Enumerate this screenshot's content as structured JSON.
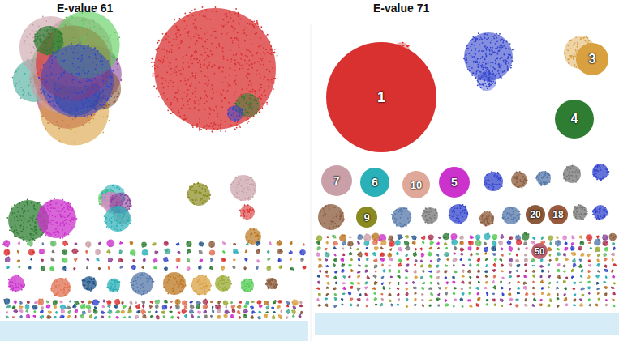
{
  "diagram": {
    "nodes": [
      {
        "text": [
          "1"
        ]
      },
      {
        "text": [
          "3"
        ]
      },
      {
        "text": [
          "4"
        ]
      },
      {
        "text": [
          "7"
        ]
      },
      {
        "text": [
          "6"
        ]
      },
      {
        "text": [
          "10"
        ]
      },
      {
        "text": [
          "5"
        ]
      },
      {
        "text": [
          "9"
        ]
      },
      {
        "text": [
          "20"
        ]
      },
      {
        "text": [
          "18"
        ]
      },
      {
        "text": [
          "50"
        ]
      }
    ],
    "labels": [
      "E-value 61",
      "E-value 71"
    ]
  }
}
